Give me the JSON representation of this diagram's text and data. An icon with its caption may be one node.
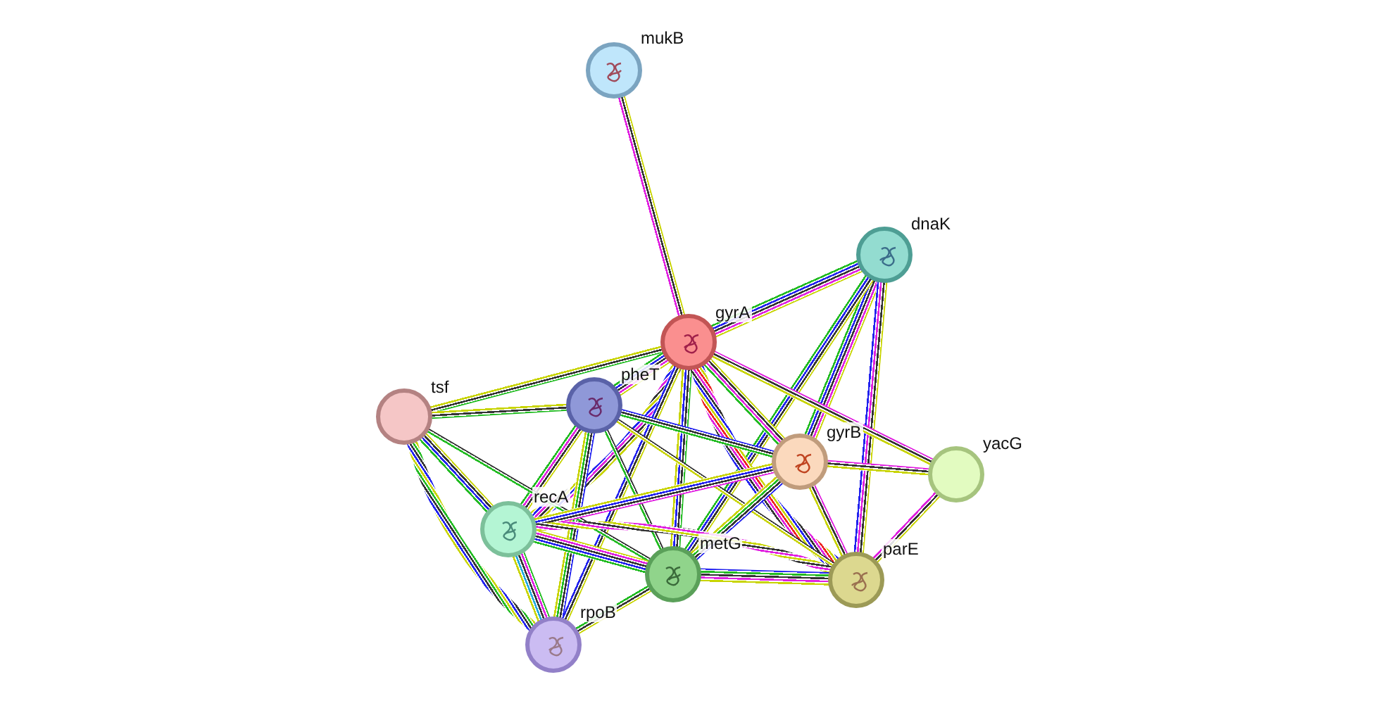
{
  "diagram": {
    "nodes": [
      {
        "text": [
          "mukB"
        ]
      },
      {
        "text": [
          "dnaK"
        ]
      },
      {
        "text": [
          "gyrA"
        ]
      },
      {
        "text": [
          "pheT"
        ]
      },
      {
        "text": [
          "tsf"
        ]
      },
      {
        "text": [
          "gyrB"
        ]
      },
      {
        "text": [
          "yacG"
        ]
      },
      {
        "text": [
          "recA"
        ]
      },
      {
        "text": [
          "metG"
        ]
      },
      {
        "text": [
          "parE"
        ]
      },
      {
        "text": [
          "rpoB"
        ]
      }
    ],
    "edges": [
      {
        "from": 0,
        "to": 2,
        "arrow": "none"
      },
      {
        "from": 1,
        "to": 2,
        "arrow": "none"
      },
      {
        "from": 1,
        "to": 5,
        "arrow": "none"
      },
      {
        "from": 1,
        "to": 8,
        "arrow": "none"
      },
      {
        "from": 1,
        "to": 9,
        "arrow": "none"
      },
      {
        "from": 2,
        "to": 4,
        "arrow": "none"
      },
      {
        "from": 2,
        "to": 3,
        "arrow": "none"
      },
      {
        "from": 2,
        "to": 7,
        "arrow": "none"
      },
      {
        "from": 2,
        "to": 10,
        "arrow": "none"
      },
      {
        "from": 2,
        "to": 8,
        "arrow": "none"
      },
      {
        "from": 2,
        "to": 5,
        "arrow": "none"
      },
      {
        "from": 2,
        "to": 9,
        "arrow": "none"
      },
      {
        "from": 2,
        "to": 6,
        "arrow": "none"
      },
      {
        "from": 3,
        "to": 4,
        "arrow": "none"
      },
      {
        "from": 3,
        "to": 5,
        "arrow": "none"
      },
      {
        "from": 3,
        "to": 9,
        "arrow": "none"
      },
      {
        "from": 3,
        "to": 8,
        "arrow": "none"
      },
      {
        "from": 3,
        "to": 7,
        "arrow": "none"
      },
      {
        "from": 3,
        "to": 10,
        "arrow": "none"
      },
      {
        "from": 4,
        "to": 7,
        "arrow": "none"
      },
      {
        "from": 4,
        "to": 10,
        "arrow": "none"
      },
      {
        "from": 4,
        "to": 8,
        "arrow": "none"
      },
      {
        "from": 5,
        "to": 6,
        "arrow": "none"
      },
      {
        "from": 5,
        "to": 7,
        "arrow": "none"
      },
      {
        "from": 5,
        "to": 8,
        "arrow": "none"
      },
      {
        "from": 5,
        "to": 9,
        "arrow": "none"
      },
      {
        "from": 6,
        "to": 9,
        "arrow": "none"
      },
      {
        "from": 7,
        "to": 8,
        "arrow": "none"
      },
      {
        "from": 7,
        "to": 9,
        "arrow": "none"
      },
      {
        "from": 7,
        "to": 10,
        "arrow": "none"
      },
      {
        "from": 8,
        "to": 9,
        "arrow": "none"
      },
      {
        "from": 8,
        "to": 10,
        "arrow": "none"
      }
    ]
  }
}
